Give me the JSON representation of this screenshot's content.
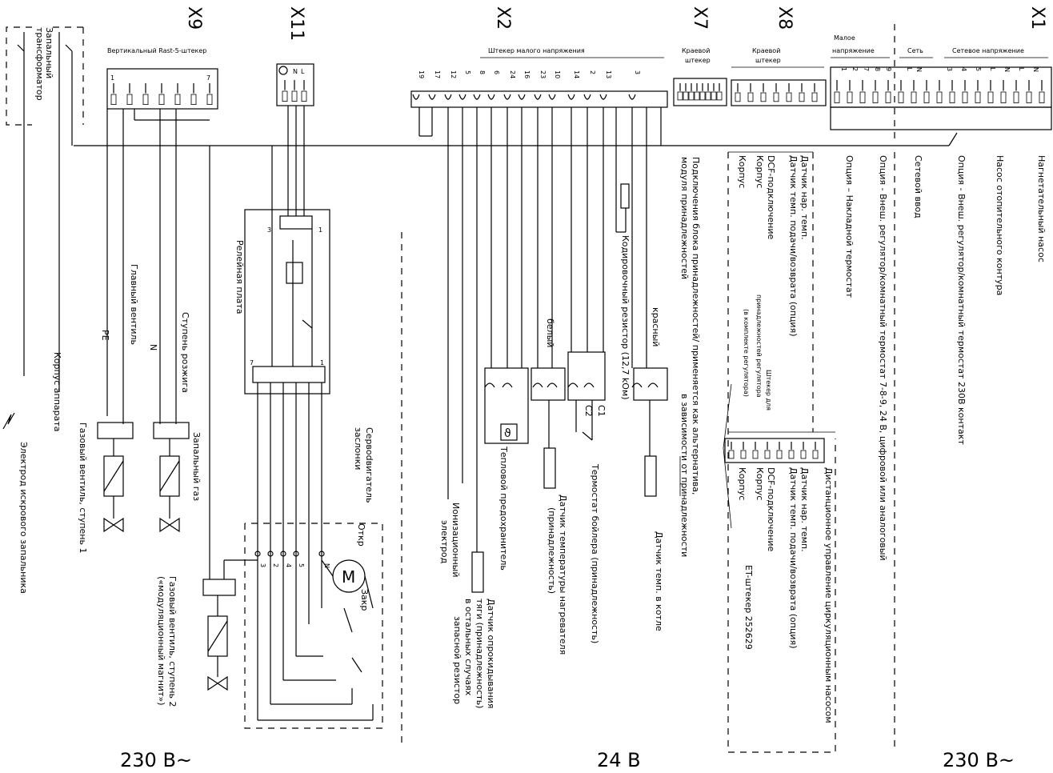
{
  "connectors": {
    "x9": {
      "id": "X9",
      "title": "Вертикальный Rast-5-штекер",
      "pins": [
        "1",
        "7"
      ]
    },
    "x11": {
      "id": "X11",
      "pins": [
        "L",
        "N"
      ]
    },
    "x2": {
      "id": "X2",
      "title": "Штекер малого напряжения",
      "pins": [
        "19",
        "17",
        "12",
        "5",
        "8",
        "6",
        "24",
        "16",
        "23",
        "10",
        "14",
        "2",
        "13",
        "3"
      ]
    },
    "x7": {
      "id": "X7",
      "title_1": "Краевой",
      "title_2": "штекер"
    },
    "x8": {
      "id": "X8",
      "title_1": "Краевой",
      "title_2": "штекер"
    },
    "x1": {
      "id": "X1",
      "group_low_1": "Малое",
      "group_low_2": "напряжение",
      "group_net": "Сеть",
      "group_net_voltage": "Сетевое напряжение",
      "pins_low": [
        "1",
        "2",
        "7",
        "8",
        "9"
      ],
      "pins_net": [
        "L",
        "N"
      ],
      "pins_main": [
        "3",
        "4",
        "5",
        "L",
        "N",
        "L",
        "N"
      ]
    }
  },
  "left_labels": {
    "transformer_1": "Запальный",
    "transformer_2": "трансформатор",
    "housing": "Корпус аппарата",
    "spark_electrode": "Электрод искрового запальника",
    "pe": "PE",
    "main_valve": "Главный вентиль",
    "n": "N",
    "ignition_stage": "Ступень розжига",
    "gas_valve_1": "Газовый вентиль, ступень 1",
    "ignition_gas": "Запальный газ",
    "gas_valve_2a": "Газовый вентиль, ступень 2",
    "gas_valve_2b": "(«модуляционный магнит»)"
  },
  "middle_labels": {
    "relay_board": "Релейная плата",
    "relay_pin_3": "3",
    "relay_pin_1": "1",
    "relay_pin_7": "7",
    "servo_1": "Сервodвигатель",
    "servo_2": "заслонки",
    "open": "Откр",
    "close": "Закр",
    "motor": "M",
    "terms": [
      "3",
      "2",
      "4",
      "5",
      "N"
    ]
  },
  "x2_labels": {
    "ionization_1": "Ионизационный",
    "ionization_2": "электрод",
    "tilt_1": "Датчик опрокидывания",
    "tilt_2": "тяги (принадлежность)",
    "tilt_3": "в остальных случаях",
    "tilt_4": "запасной резистор",
    "thermal_fuse": "Тепловой предохранитель",
    "white": "белый",
    "heater_sensor_1": "Датчик температуры нагревателя",
    "heater_sensor_2": "(принадлежность)",
    "boiler_thermostat": "Термостат бойлера (принадлежность)",
    "c1": "C1",
    "c2": "C2",
    "coding_resistor": "Кодировочный резистор (12,7 kОм)",
    "red": "красный",
    "boiler_sensor": "Датчик темп. в котле",
    "accessory_1": "Подключения блока принадлежностей/ применяется как альтернатива,",
    "accessory_2": "модуля принадлежностей",
    "accessory_3": "в зависимости от принадлежности"
  },
  "x8_labels": {
    "housing": "Корпус",
    "dcf": "DCF-подключение",
    "housing2": "Корпус",
    "flow_sensor": "Датчик темп. подачи/возврата (опция)",
    "outdoor_sensor": "Датчик нар. темп.",
    "regulator_plug_1": "Штекер для",
    "regulator_plug_2": "принадлежностей регулятора",
    "regulator_plug_3": "(в комплекте регулятора)",
    "remote_1": "Дистанционное управление циркуляционным насосом",
    "r_outdoor": "Датчик нар. темп.",
    "r_flow": "Датчик темп. подачи/возврата (опция)",
    "r_dcf": "DCF-подключение",
    "r_housing": "Корпус",
    "r_housing2": "Корпус",
    "et_plug": "ET-штекер 252629"
  },
  "x1_labels": {
    "overlay_thermostat": "Опция – Накладной термостат",
    "ext_regulator_digital": "Опция - Внеш. регулятор/комнатный термостат 7-8-9, 24 В, цифровой или аналоговый",
    "mains_input": "Сетевой ввод",
    "ext_regulator_230": "Опция - Внеш. регулятор/комнатный термостат 230В контакт",
    "heating_pump": "Насос отопительного контура",
    "charge_pump": "Нагнетательный насос"
  },
  "voltages": {
    "left": "230 В~",
    "middle": "24 В",
    "right": "230 В~"
  }
}
